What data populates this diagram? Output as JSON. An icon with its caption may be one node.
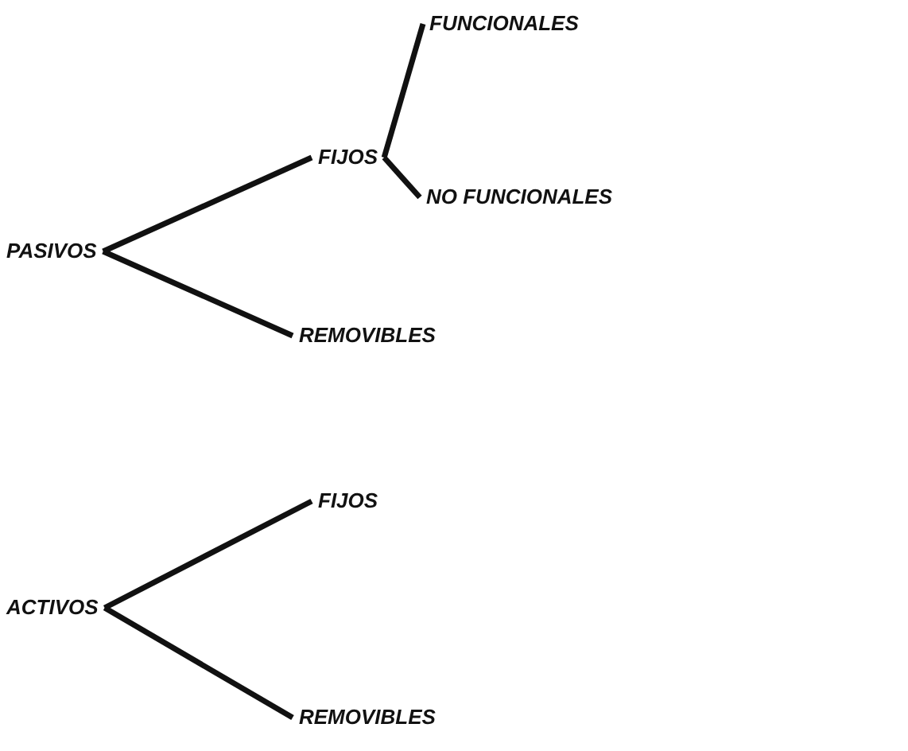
{
  "diagram": {
    "nodes": [
      {
        "text": [
          "PASIVOS"
        ]
      },
      {
        "text": [
          "FIJOS"
        ]
      },
      {
        "text": [
          "FUNCIONALES"
        ]
      },
      {
        "text": [
          "NO FUNCIONALES"
        ]
      },
      {
        "text": [
          "REMOVIBLES"
        ]
      },
      {
        "text": [
          "ACTIVOS"
        ]
      },
      {
        "text": [
          "FIJOS"
        ]
      },
      {
        "text": [
          "REMOVIBLES"
        ]
      }
    ],
    "edges": [
      {
        "from": 0,
        "to": 1,
        "arrow": "none"
      },
      {
        "from": 0,
        "to": 4,
        "arrow": "none"
      },
      {
        "from": 1,
        "to": 2,
        "arrow": "none"
      },
      {
        "from": 1,
        "to": 3,
        "arrow": "none"
      },
      {
        "from": 5,
        "to": 6,
        "arrow": "none"
      },
      {
        "from": 5,
        "to": 7,
        "arrow": "none"
      }
    ]
  }
}
